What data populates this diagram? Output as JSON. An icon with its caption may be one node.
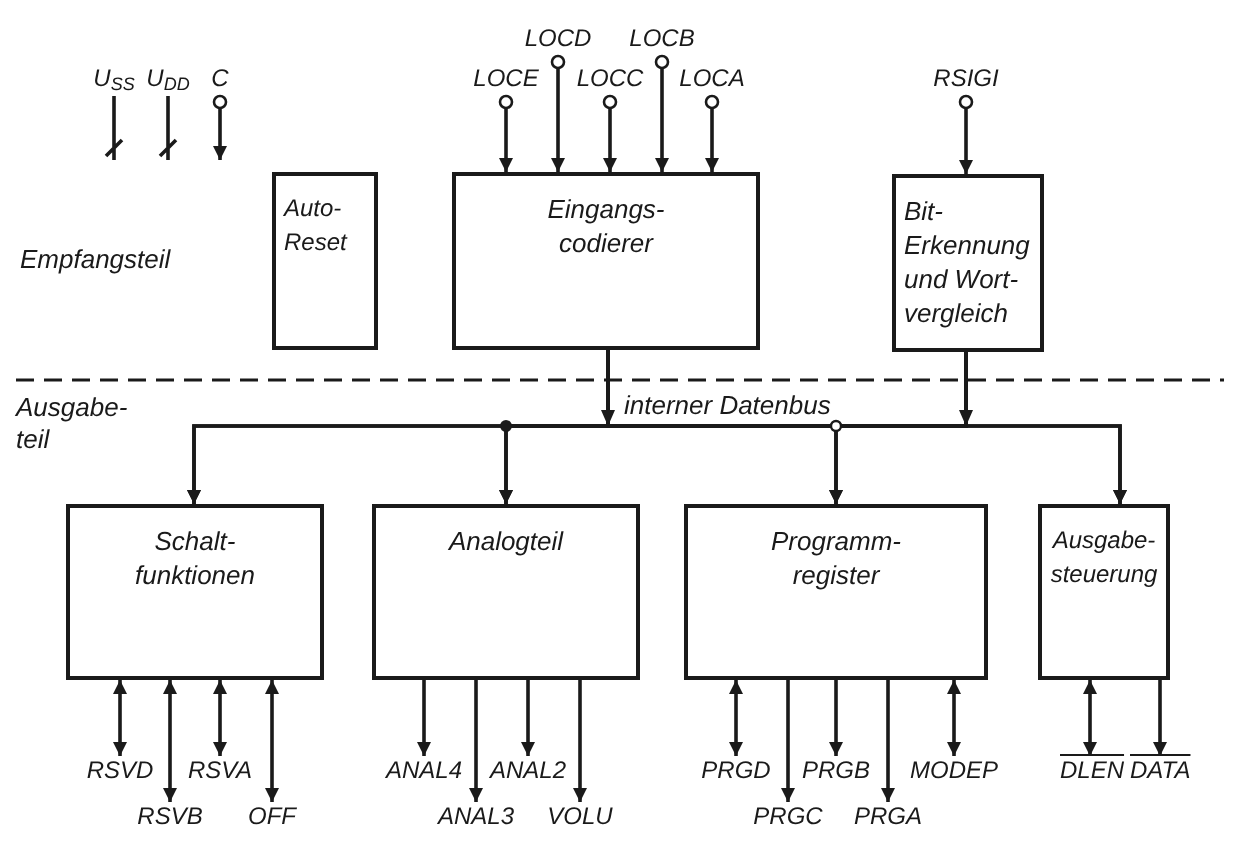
{
  "diagram": {
    "nodes": [
      {
        "text": [
          "Auto- Reset"
        ]
      },
      {
        "text": [
          "Eingangs- codierer"
        ]
      },
      {
        "text": [
          "Bit- Erkennung und Wort- vergleich"
        ]
      },
      {
        "text": [
          "Schalt- funktionen"
        ]
      },
      {
        "text": [
          "Analogteil"
        ]
      },
      {
        "text": [
          "Programm- register"
        ]
      },
      {
        "text": [
          "Ausgabe- steuerung"
        ]
      },
      {
        "text": [
          "U$_{SS}$"
        ]
      },
      {
        "text": [
          "U$_{DD}$"
        ]
      },
      {
        "text": [
          "C"
        ]
      },
      {
        "text": [
          "LOCE"
        ]
      },
      {
        "text": [
          "LOCD"
        ]
      },
      {
        "text": [
          "LOCC"
        ]
      },
      {
        "text": [
          "LOCB"
        ]
      },
      {
        "text": [
          "LOCA"
        ]
      },
      {
        "text": [
          "RSIGI"
        ]
      },
      {
        "text": [
          "RSVD"
        ]
      },
      {
        "text": [
          "RSVB"
        ]
      },
      {
        "text": [
          "RSVA"
        ]
      },
      {
        "text": [
          "OFF"
        ]
      },
      {
        "text": [
          "ANAL4"
        ]
      },
      {
        "text": [
          "ANAL3"
        ]
      },
      {
        "text": [
          "ANAL2"
        ]
      },
      {
        "text": [
          "VOLU"
        ]
      },
      {
        "text": [
          "PRGD"
        ]
      },
      {
        "text": [
          "PRGC"
        ]
      },
      {
        "text": [
          "PRGB"
        ]
      },
      {
        "text": [
          "PRGA"
        ]
      },
      {
        "text": [
          "MODEP"
        ]
      },
      {
        "text": [
          "DLEN"
        ]
      },
      {
        "text": [
          "DATA"
        ]
      }
    ],
    "edges": [
      {
        "from": 7,
        "to": null,
        "arrow": "none"
      },
      {
        "from": 8,
        "to": null,
        "arrow": "none"
      },
      {
        "from": 9,
        "to": null,
        "arrow": "to"
      },
      {
        "from": 10,
        "to": 1,
        "arrow": "to"
      },
      {
        "from": 11,
        "to": 1,
        "arrow": "to"
      },
      {
        "from": 12,
        "to": 1,
        "arrow": "to"
      },
      {
        "from": 13,
        "to": 1,
        "arrow": "to"
      },
      {
        "from": 14,
        "to": 1,
        "arrow": "to"
      },
      {
        "from": 15,
        "to": 2,
        "arrow": "to"
      },
      {
        "from": 1,
        "to": 3,
        "arrow": "to"
      },
      {
        "from": 1,
        "to": 4,
        "arrow": "to"
      },
      {
        "from": 1,
        "to": 5,
        "arrow": "to"
      },
      {
        "from": 1,
        "to": 6,
        "arrow": "to"
      },
      {
        "from": 2,
        "to": 3,
        "arrow": "to"
      },
      {
        "from": 2,
        "to": 4,
        "arrow": "to"
      },
      {
        "from": 2,
        "to": 5,
        "arrow": "to"
      },
      {
        "from": 2,
        "to": 6,
        "arrow": "to"
      },
      {
        "from": 3,
        "to": 16,
        "arrow": "both"
      },
      {
        "from": 3,
        "to": 17,
        "arrow": "both"
      },
      {
        "from": 3,
        "to": 18,
        "arrow": "both"
      },
      {
        "from": 3,
        "to": 19,
        "arrow": "both"
      },
      {
        "from": 4,
        "to": 20,
        "arrow": "to"
      },
      {
        "from": 4,
        "to": 21,
        "arrow": "to"
      },
      {
        "from": 4,
        "to": 22,
        "arrow": "to"
      },
      {
        "from": 4,
        "to": 23,
        "arrow": "to"
      },
      {
        "from": 5,
        "to": 24,
        "arrow": "both"
      },
      {
        "from": 5,
        "to": 25,
        "arrow": "to"
      },
      {
        "from": 5,
        "to": 26,
        "arrow": "to"
      },
      {
        "from": 5,
        "to": 27,
        "arrow": "to"
      },
      {
        "from": 5,
        "to": 28,
        "arrow": "both"
      },
      {
        "from": 6,
        "to": 29,
        "arrow": "both"
      },
      {
        "from": 6,
        "to": 30,
        "arrow": "to"
      }
    ],
    "labels": [
      "Empfangsteil",
      "Ausgabe- teil",
      "interner Datenbus"
    ]
  }
}
